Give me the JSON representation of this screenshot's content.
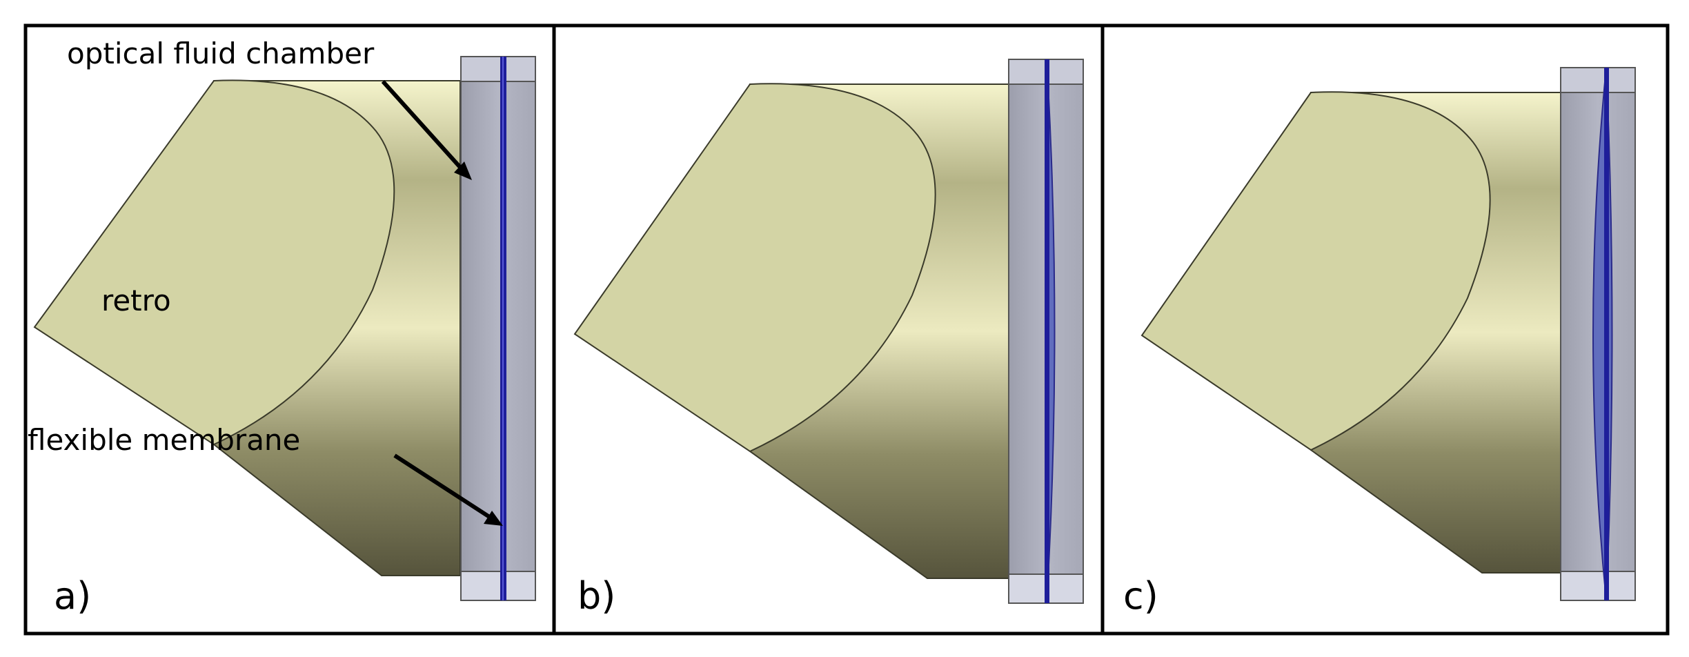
{
  "panels": [
    {
      "id": "a",
      "label": "a)",
      "state": "flat membrane"
    },
    {
      "id": "b",
      "label": "b)",
      "state": "slightly curved membrane"
    },
    {
      "id": "c",
      "label": "c)",
      "state": "strongly curved membrane"
    }
  ],
  "annotations": {
    "optical_fluid_chamber": "optical fluid chamber",
    "retro": "retro",
    "flexible_membrane": "flexible membrane"
  },
  "colors": {
    "retro_face": "#d3d4a5",
    "retro_body_top": "#f4f3c8",
    "retro_body_mid": "#b9b88a",
    "retro_body_bottom": "#5e5c42",
    "chamber": "#a8aab8",
    "chamber_light": "#d4d6e2",
    "membrane": "#1e1e9a",
    "lens_fill": "#5060c0",
    "frame": "#000000"
  }
}
